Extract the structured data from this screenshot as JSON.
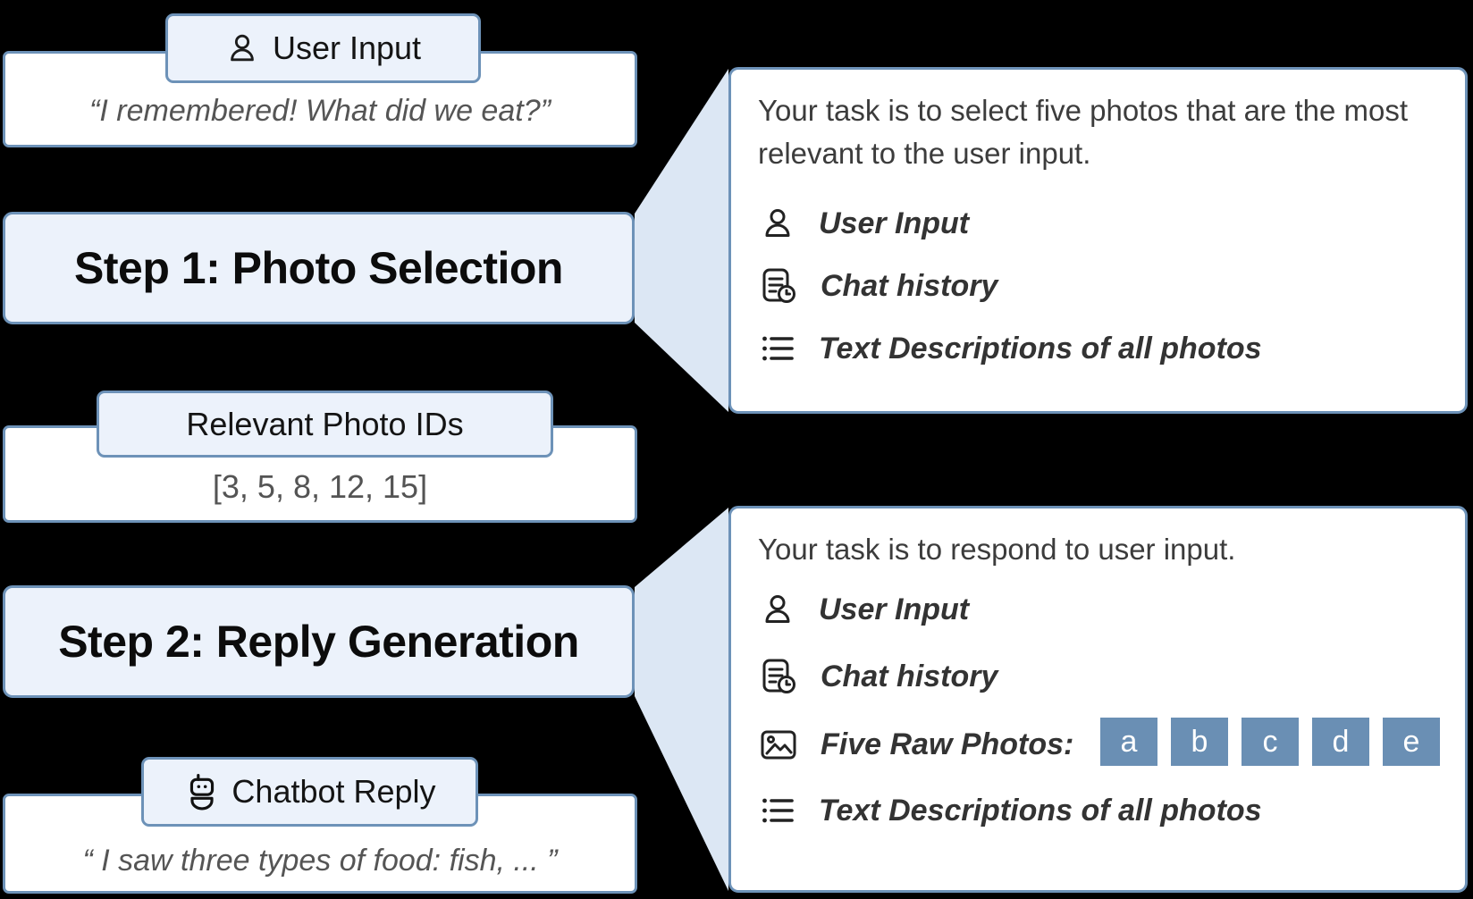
{
  "colors": {
    "background": "#000000",
    "border_accent": "#6d92b8",
    "box_fill": "#ecf2fb",
    "tail_fill": "#dce7f4",
    "callout_fill": "#ffffff",
    "photo_square_fill": "#6a8fb4",
    "quote_text": "#555555",
    "step_text": "#0c0c0c",
    "item_text": "#333333"
  },
  "flow": {
    "user_input": {
      "label": "User Input",
      "icon": "user-icon",
      "quote": "“I remembered! What did we eat?”"
    },
    "step1": {
      "title": "Step 1: Photo Selection"
    },
    "photo_ids": {
      "label": "Relevant Photo IDs",
      "value": "[3, 5, 8, 12, 15]"
    },
    "step2": {
      "title": "Step 2: Reply Generation"
    },
    "chatbot_reply": {
      "label": "Chatbot Reply",
      "icon": "robot-icon",
      "quote": "“ I saw three types of food: fish, ... ”"
    }
  },
  "callouts": {
    "step1_prompt": {
      "task": "Your task is to select five photos that are the most relevant to the user input.",
      "items": [
        {
          "icon": "user-icon",
          "label": "User Input"
        },
        {
          "icon": "chat-history-icon",
          "label": "Chat history"
        },
        {
          "icon": "list-icon",
          "label": "Text Descriptions of all photos"
        }
      ]
    },
    "step2_prompt": {
      "task": "Your task is to respond to user input.",
      "items": [
        {
          "icon": "user-icon",
          "label": "User Input"
        },
        {
          "icon": "chat-history-icon",
          "label": "Chat history"
        },
        {
          "icon": "image-icon",
          "label": "Five Raw Photos:"
        },
        {
          "icon": "list-icon",
          "label": "Text Descriptions of all photos"
        }
      ],
      "photo_labels": [
        "a",
        "b",
        "c",
        "d",
        "e"
      ]
    }
  }
}
